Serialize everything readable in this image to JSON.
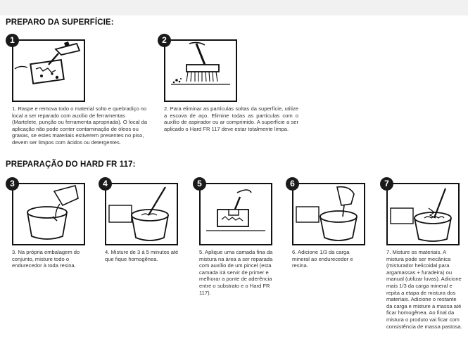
{
  "sections": {
    "surface_title": "PREPARO DA SUPERFÍCIE:",
    "hard_title": "PREPARAÇÃO DO HARD FR 117:"
  },
  "steps": [
    {
      "number": "1",
      "icon": "scraper-hammer-icon",
      "text": "1. Raspe e remova todo o material solto e quebradiço no local a ser reparado com auxílio de ferramentas (Martelete, punção ou ferramenta apropriada). O local da aplicação não pode conter contaminação de óleos ou graxas, se estes materiais estiverem presentes no piso, devem ser limpos com ácidos ou detergentes."
    },
    {
      "number": "2",
      "icon": "brush-sweeping-icon",
      "text": "2. Para eliminar as partículas soltas da superfície, utilize a escova de aço. Elimine todas as partículas com o auxílio de aspirador ou ar comprimido. A superfície a ser aplicado o Hard FR 117 deve estar totalmente limpa."
    },
    {
      "number": "3",
      "icon": "pouring-bucket-icon",
      "text": "3. Na própria embalagem do conjunto, misture todo o endurecedor à toda resina."
    },
    {
      "number": "4",
      "icon": "mixing-bucket-icon",
      "text": "4. Misture de 3 à 5 minutos até que fique homogênea."
    },
    {
      "number": "5",
      "icon": "brush-primer-icon",
      "text": "5. Aplique uma camada fina da mistura na área a ser reparada com auxílio de um pincel (esta camada irá servir de primer e melhorar a ponte de aderência entre o substrato e o Hard FR 117)."
    },
    {
      "number": "6",
      "icon": "adding-filler-icon",
      "text": "6. Adicione 1/3 da carga mineral ao endurecedor e resina."
    },
    {
      "number": "7",
      "icon": "mixer-drill-icon",
      "text": "7. Misture os materiais. A mistura pode ser mecânica (misturador helicoidal para argamassas + furadeira) ou manual (utilizar luvas). Adicione mais 1/3 da carga mineral e repita a etapa de mistura dos materiais. Adicione o restante da carga e misture a massa até ficar homogênea. Ao final da mistura o produto vai ficar com consistência de massa pastosa."
    }
  ]
}
